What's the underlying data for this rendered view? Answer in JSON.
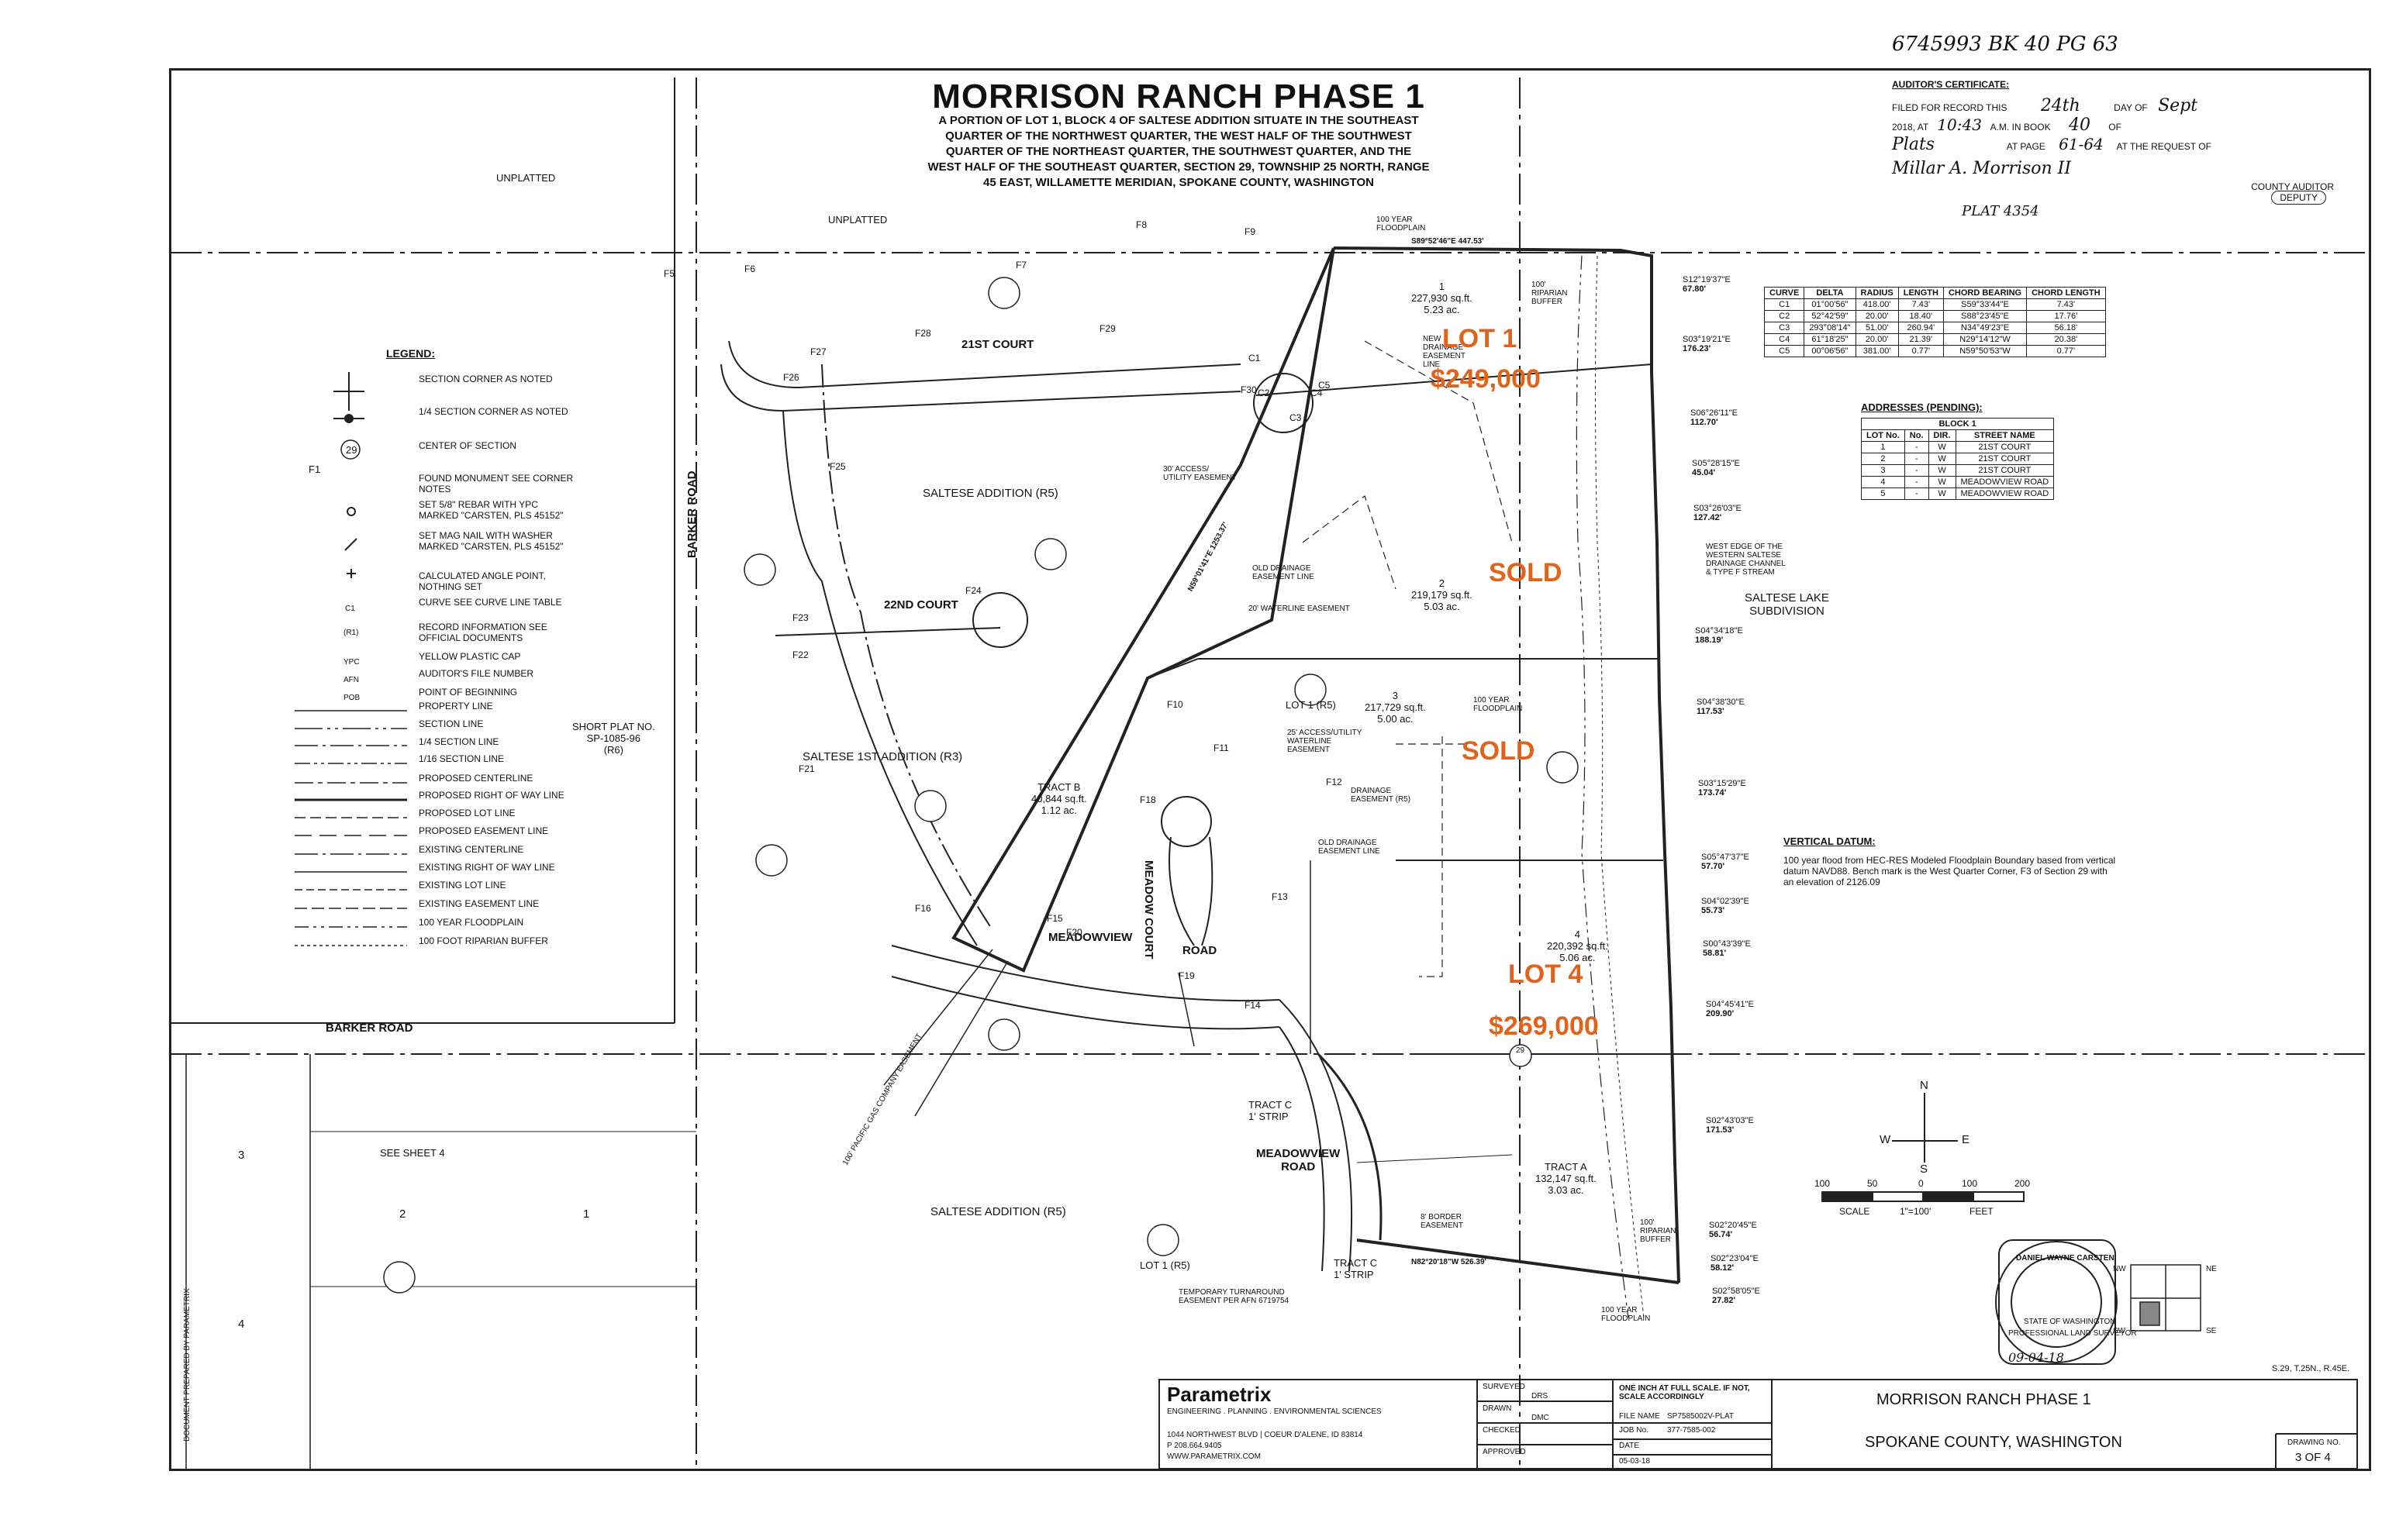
{
  "header": {
    "record_no": "6745993   BK 40   PG 63",
    "title": "MORRISON RANCH PHASE 1",
    "subtitle_lines": [
      "A PORTION OF LOT 1, BLOCK 4 OF SALTESE ADDITION SITUATE IN THE SOUTHEAST",
      "QUARTER OF THE NORTHWEST QUARTER, THE WEST HALF OF THE SOUTHWEST",
      "QUARTER OF THE NORTHEAST QUARTER, THE SOUTHWEST QUARTER, AND THE",
      "WEST HALF OF THE SOUTHEAST QUARTER, SECTION 29, TOWNSHIP 25 NORTH, RANGE",
      "45 EAST, WILLAMETTE MERIDIAN, SPOKANE COUNTY, WASHINGTON"
    ]
  },
  "auditor": {
    "heading": "AUDITOR'S CERTIFICATE:",
    "line1_a": "FILED FOR RECORD THIS",
    "day": "24th",
    "line1_b": "DAY OF",
    "month": "Sept",
    "line2_a": "2018, AT",
    "time": "10:43",
    "line2_b": "A.M. IN BOOK",
    "book": "40",
    "line2_c": "OF",
    "plats": "Plats",
    "line3_a": "AT PAGE",
    "pages": "61-64",
    "line3_b": "AT THE REQUEST OF",
    "requester": "Millar A. Morrison II",
    "county_auditor": "COUNTY AUDITOR",
    "deputy": "DEPUTY",
    "plat_no": "PLAT 4354"
  },
  "legend": {
    "title": "LEGEND:",
    "items": [
      "SECTION CORNER AS NOTED",
      "1/4 SECTION CORNER AS NOTED",
      "CENTER OF SECTION",
      "FOUND MONUMENT SEE CORNER NOTES",
      "SET 5/8\" REBAR WITH YPC MARKED \"CARSTEN, PLS 45152\"",
      "SET MAG NAIL WITH WASHER MARKED \"CARSTEN, PLS 45152\"",
      "CALCULATED ANGLE POINT, NOTHING SET",
      "CURVE SEE CURVE LINE TABLE",
      "RECORD INFORMATION SEE OFFICIAL DOCUMENTS",
      "YELLOW PLASTIC CAP",
      "AUDITOR'S FILE NUMBER",
      "POINT OF BEGINNING",
      "PROPERTY LINE",
      "SECTION LINE",
      "1/4 SECTION LINE",
      "1/16 SECTION LINE",
      "PROPOSED CENTERLINE",
      "PROPOSED RIGHT OF WAY LINE",
      "PROPOSED LOT LINE",
      "PROPOSED EASEMENT LINE",
      "EXISTING CENTERLINE",
      "EXISTING RIGHT OF WAY LINE",
      "EXISTING LOT LINE",
      "EXISTING EASEMENT LINE",
      "100 YEAR FLOODPLAIN",
      "100 FOOT RIPARIAN BUFFER"
    ],
    "symbol_codes": [
      "F1",
      "C1",
      "(R1)",
      "YPC",
      "AFN",
      "POB"
    ]
  },
  "curve_table": {
    "headers": [
      "CURVE",
      "DELTA",
      "RADIUS",
      "LENGTH",
      "CHORD BEARING",
      "CHORD LENGTH"
    ],
    "rows": [
      [
        "C1",
        "01°00'56\"",
        "418.00'",
        "7.43'",
        "S59°33'44\"E",
        "7.43'"
      ],
      [
        "C2",
        "52°42'59\"",
        "20.00'",
        "18.40'",
        "S88°23'45\"E",
        "17.76'"
      ],
      [
        "C3",
        "293°08'14\"",
        "51.00'",
        "260.94'",
        "N34°49'23\"E",
        "56.18'"
      ],
      [
        "C4",
        "61°18'25\"",
        "20.00'",
        "21.39'",
        "N29°14'12\"W",
        "20.38'"
      ],
      [
        "C5",
        "00°06'56\"",
        "381.00'",
        "0.77'",
        "N59°50'53\"W",
        "0.77'"
      ]
    ]
  },
  "addresses": {
    "title": "ADDRESSES (PENDING):",
    "block": "BLOCK 1",
    "headers": [
      "LOT No.",
      "No.",
      "DIR.",
      "STREET NAME"
    ],
    "rows": [
      [
        "1",
        "-",
        "W",
        "21ST COURT"
      ],
      [
        "2",
        "-",
        "W",
        "21ST COURT"
      ],
      [
        "3",
        "-",
        "W",
        "21ST COURT"
      ],
      [
        "4",
        "-",
        "W",
        "MEADOWVIEW ROAD"
      ],
      [
        "5",
        "-",
        "W",
        "MEADOWVIEW ROAD"
      ]
    ]
  },
  "vertical_datum": {
    "title": "VERTICAL DATUM:",
    "text_lines": [
      "100 year flood from HEC-RES Modeled Floodplain Boundary based from vertical",
      "datum NAVD88. Bench mark is the West Quarter Corner, F3 of Section 29 with",
      "an elevation of 2126.09"
    ]
  },
  "map_labels": {
    "unplatted_1": "UNPLATTED",
    "unplatted_2": "UNPLATTED",
    "barker_road_v": "BARKER ROAD",
    "barker_road_h": "BARKER ROAD",
    "short_plat": [
      "SHORT PLAT NO.",
      "SP-1085-96",
      "(R6)"
    ],
    "saltese_addition_r5": "SALTESE ADDITION (R5)",
    "saltese_addition_r5_b": "SALTESE ADDITION (R5)",
    "saltese_1st": "SALTESE 1ST ADDITION (R3)",
    "saltese_lake": [
      "SALTESE LAKE",
      "SUBDIVISION"
    ],
    "court_21": "21ST COURT",
    "court_22": "22ND COURT",
    "meadow_court": "MEADOW COURT",
    "meadowview": "MEADOWVIEW",
    "road": "ROAD",
    "meadowview_road": [
      "MEADOWVIEW",
      "ROAD"
    ],
    "tract_b": [
      "TRACT B",
      "40,844 sq.ft.",
      "1.12 ac."
    ],
    "tract_a": [
      "TRACT A",
      "132,147 sq.ft.",
      "3.03 ac."
    ],
    "tract_c1": [
      "TRACT C",
      "1' STRIP"
    ],
    "tract_c2": [
      "TRACT C",
      "1' STRIP"
    ],
    "lot1_area": [
      "1",
      "227,930 sq.ft.",
      "5.23 ac."
    ],
    "lot2_area": [
      "2",
      "219,179 sq.ft.",
      "5.03 ac."
    ],
    "lot3_area": [
      "3",
      "217,729 sq.ft.",
      "5.00 ac."
    ],
    "lot4_area": [
      "4",
      "220,392 sq.ft.",
      "5.06 ac."
    ],
    "lot1_r5": "LOT 1 (R5)",
    "lot1_r5_b": "LOT 1 (R5)",
    "see_sheet": "SEE SHEET 4",
    "section_numbers": [
      "3",
      "2",
      "1",
      "4"
    ],
    "floodplain": [
      "100 YEAR",
      "FLOODPLAIN"
    ],
    "riparian": [
      "100'",
      "RIPARIAN",
      "BUFFER"
    ],
    "waterline_easement": "20' WATERLINE EASEMENT",
    "access_utility": [
      "30' ACCESS/",
      "UTILITY EASEMENT"
    ],
    "access_utility_waterline": [
      "25' ACCESS/UTILITY",
      "WATERLINE",
      "EASEMENT"
    ],
    "drainage_easement": [
      "DRAINAGE",
      "EASEMENT (R5)"
    ],
    "old_drainage": [
      "OLD DRAINAGE",
      "EASEMENT LINE"
    ],
    "new_drainage": [
      "NEW",
      "DRAINAGE",
      "EASEMENT",
      "LINE"
    ],
    "west_edge": [
      "WEST EDGE OF THE",
      "WESTERN SALTESE",
      "DRAINAGE CHANNEL",
      "& TYPE F STREAM"
    ],
    "temp_turnaround": [
      "TEMPORARY TURNAROUND",
      "EASEMENT PER AFN 6719754"
    ],
    "border_easement": [
      "8' BORDER",
      "EASEMENT"
    ],
    "gas_easement": "100' PACIFIC GAS COMPANY EASEMENT",
    "bearings_east": [
      "S12°19'37\"E",
      "S03°19'21\"E",
      "S06°26'11\"E",
      "S05°28'15\"E",
      "S03°26'03\"E",
      "S04°34'18\"E",
      "S04°38'30\"E",
      "S03°15'29\"E",
      "S05°47'37\"E",
      "S04°02'39\"E",
      "S00°43'39\"E",
      "S04°45'41\"E",
      "S02°43'03\"E",
      "S02°20'45\"E",
      "S02°23'04\"E",
      "S02°58'05\"E"
    ],
    "dist_east": [
      "67.80'",
      "176.23'",
      "112.70'",
      "45.04'",
      "127.42'",
      "188.19'",
      "117.53'",
      "173.74'",
      "57.70'",
      "55.73'",
      "58.81'",
      "209.90'",
      "171.53'",
      "56.74'",
      "58.12'",
      "27.82'"
    ],
    "bearing_top": "S89°52'46\"E   447.53'",
    "bearing_bottom": "N82°20'18\"W   526.39'",
    "bearing_main": "N59°01'41\"E   1253.37'",
    "points": [
      "F1",
      "F5",
      "F6",
      "F7",
      "F8",
      "F9",
      "F10",
      "F11",
      "F12",
      "F13",
      "F14",
      "F15",
      "F16",
      "F18",
      "F19",
      "F20",
      "F21",
      "F22",
      "F23",
      "F24",
      "F25",
      "F26",
      "F27",
      "F28",
      "F29",
      "F30",
      "C1",
      "C2",
      "C3",
      "C4",
      "C5"
    ],
    "section_29": "29"
  },
  "overlays": {
    "lot1": "LOT 1",
    "lot1_price": "$249,000",
    "sold_a": "SOLD",
    "sold_b": "SOLD",
    "lot4": "LOT 4",
    "lot4_price": "$269,000"
  },
  "north_arrow": {
    "n": "N",
    "s": "S",
    "e": "E",
    "w": "W"
  },
  "scale": {
    "ticks": [
      "100",
      "50",
      "0",
      "100",
      "200"
    ],
    "label": "SCALE",
    "ratio": "1\"=100'",
    "unit": "FEET"
  },
  "seal": {
    "name": "DANIEL WAYNE CARSTEN",
    "date": "09-04-18",
    "state": "STATE OF WASHINGTON",
    "title": "PROFESSIONAL LAND SURVEYOR"
  },
  "section_ref": "S.29, T.25N., R.45E.",
  "section_index": {
    "nw": "NW",
    "ne": "NE",
    "sw": "SW",
    "se": "SE"
  },
  "title_block": {
    "company": "Parametrix",
    "tagline": "ENGINEERING . PLANNING . ENVIRONMENTAL SCIENCES",
    "address": "1044 NORTHWEST BLVD  |  COEUR D'ALENE, ID 83814",
    "phone": "P 208.664.9405",
    "web": "WWW.PARAMETRIX.COM",
    "surveyed": "SURVEYED",
    "surveyed_by": "DRS",
    "drawn": "DRAWN",
    "drawn_by": "DMC",
    "checked": "CHECKED",
    "approved": "APPROVED",
    "note": "ONE INCH AT FULL SCALE. IF NOT, SCALE ACCORDINGLY",
    "file_name_label": "FILE NAME",
    "file_name": "SP7585002V-PLAT",
    "job_no_label": "JOB No.",
    "job_no": "377-7585-002",
    "date_label": "DATE",
    "date": "05-03-18",
    "project": "MORRISON RANCH PHASE 1",
    "county": "SPOKANE COUNTY, WASHINGTON",
    "drawing_no_label": "DRAWING NO.",
    "sheet": "3 OF 4"
  },
  "margin_note": "DOCUMENT PREPARED BY PARAMETRIX"
}
